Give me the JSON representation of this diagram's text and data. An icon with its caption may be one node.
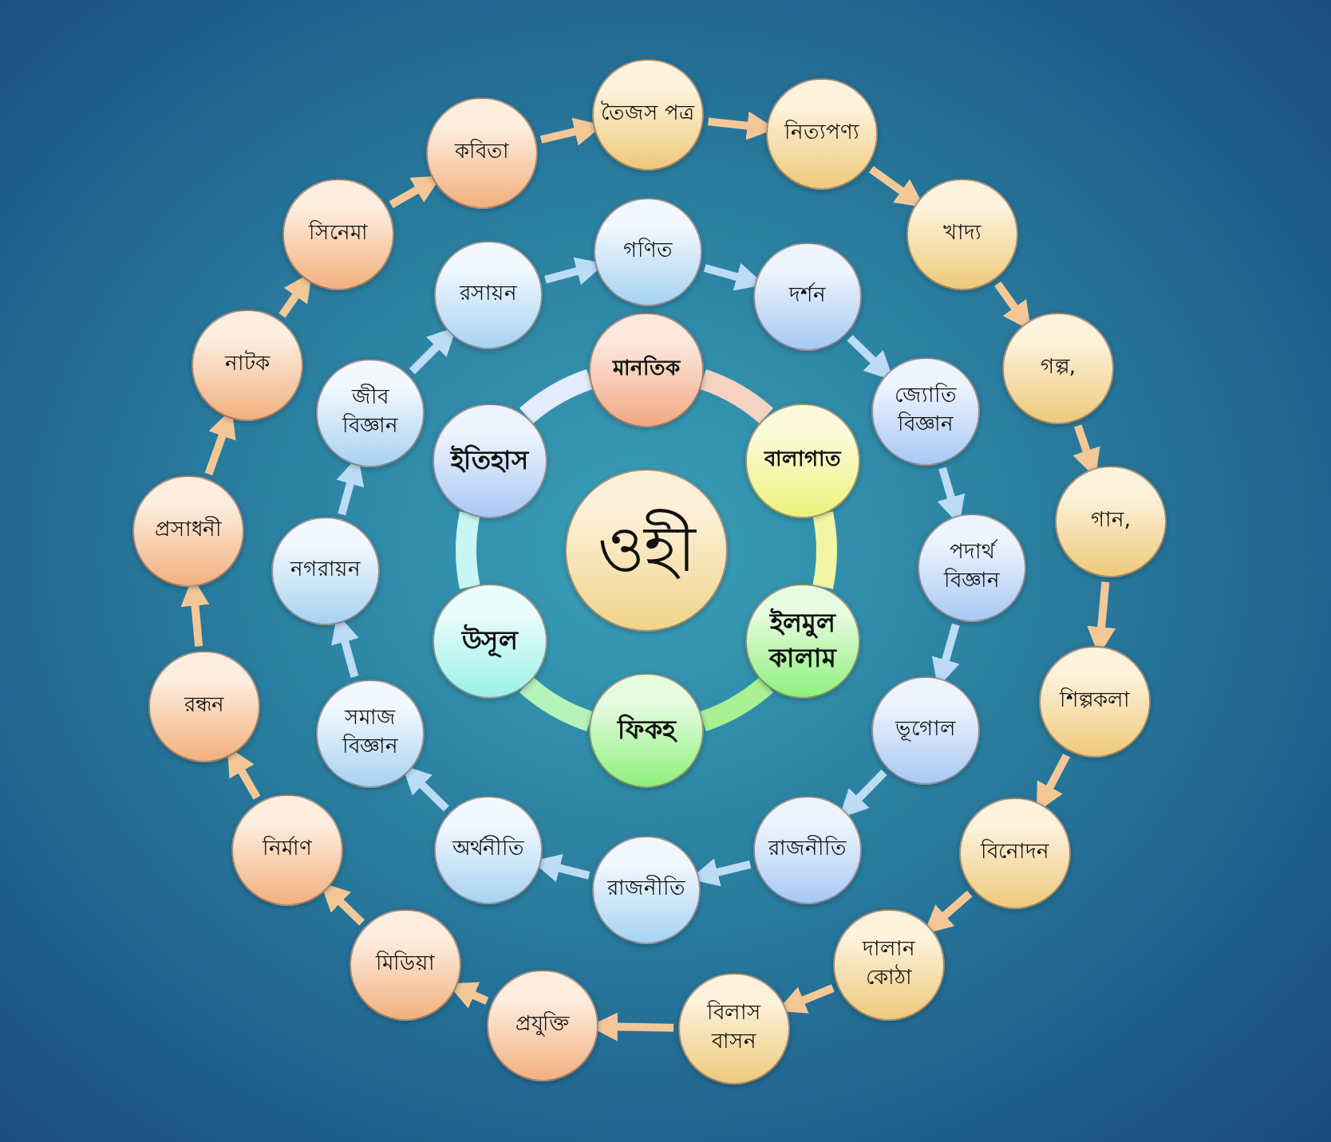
{
  "diagram": {
    "nodes": [
      {
        "text": [
          "ওহী"
        ]
      },
      {
        "text": [
          "মানতিক"
        ]
      },
      {
        "text": [
          "বালাগাত"
        ]
      },
      {
        "text": [
          "ইলমুল কালাম"
        ]
      },
      {
        "text": [
          "ফিকহ"
        ]
      },
      {
        "text": [
          "উসূল"
        ]
      },
      {
        "text": [
          "ইতিহাস"
        ]
      },
      {
        "text": [
          "গণিত"
        ]
      },
      {
        "text": [
          "দর্শন"
        ]
      },
      {
        "text": [
          "জ্যোতি বিজ্ঞান"
        ]
      },
      {
        "text": [
          "পদার্থ বিজ্ঞান"
        ]
      },
      {
        "text": [
          "ভূগোল"
        ]
      },
      {
        "text": [
          "রাজনীতি"
        ]
      },
      {
        "text": [
          "রাজনীতি"
        ]
      },
      {
        "text": [
          "অর্থনীতি"
        ]
      },
      {
        "text": [
          "সমাজ বিজ্ঞান"
        ]
      },
      {
        "text": [
          "নগরায়ন"
        ]
      },
      {
        "text": [
          "জীব বিজ্ঞান"
        ]
      },
      {
        "text": [
          "রসায়ন"
        ]
      },
      {
        "text": [
          "তৈজস পত্র"
        ]
      },
      {
        "text": [
          "নিত্যপণ্য"
        ]
      },
      {
        "text": [
          "খাদ্য"
        ]
      },
      {
        "text": [
          "গল্প,"
        ]
      },
      {
        "text": [
          "গান,"
        ]
      },
      {
        "text": [
          "শিল্পকলা"
        ]
      },
      {
        "text": [
          "বিনোদন"
        ]
      },
      {
        "text": [
          "দালান কোঠা"
        ]
      },
      {
        "text": [
          "বিলাস বাসন"
        ]
      },
      {
        "text": [
          "প্রযুক্তি"
        ]
      },
      {
        "text": [
          "মিডিয়া"
        ]
      },
      {
        "text": [
          "নির্মাণ"
        ]
      },
      {
        "text": [
          "রন্ধন"
        ]
      },
      {
        "text": [
          "প্রসাধনী"
        ]
      },
      {
        "text": [
          "নাটক"
        ]
      },
      {
        "text": [
          "সিনেমা"
        ]
      },
      {
        "text": [
          "কবিতা"
        ]
      }
    ],
    "edges": [
      {
        "from": 1,
        "to": 2,
        "arrow": "none",
        "style": "thick",
        "color": "#f6d2c2"
      },
      {
        "from": 2,
        "to": 3,
        "arrow": "none",
        "style": "thick",
        "color": "#f2f6a4"
      },
      {
        "from": 3,
        "to": 4,
        "arrow": "none",
        "style": "thick",
        "color": "#a8f092"
      },
      {
        "from": 4,
        "to": 5,
        "arrow": "none",
        "style": "thick",
        "color": "#b4f4b8"
      },
      {
        "from": 5,
        "to": 6,
        "arrow": "none",
        "style": "thick",
        "color": "#c8f6f4"
      },
      {
        "from": 6,
        "to": 1,
        "arrow": "none",
        "style": "thick",
        "color": "#e2ecfa"
      },
      {
        "from": 7,
        "to": 8,
        "arrow": "to",
        "color": "#bcdcf6"
      },
      {
        "from": 8,
        "to": 9,
        "arrow": "to",
        "color": "#bcdcf6"
      },
      {
        "from": 9,
        "to": 10,
        "arrow": "to",
        "color": "#bcdcf6"
      },
      {
        "from": 10,
        "to": 11,
        "arrow": "to",
        "color": "#bcdcf6"
      },
      {
        "from": 11,
        "to": 12,
        "arrow": "to",
        "color": "#bcdcf6"
      },
      {
        "from": 12,
        "to": 13,
        "arrow": "to",
        "color": "#bcdcf6"
      },
      {
        "from": 13,
        "to": 14,
        "arrow": "to",
        "color": "#bcdcf6"
      },
      {
        "from": 14,
        "to": 15,
        "arrow": "to",
        "color": "#bcdcf6"
      },
      {
        "from": 15,
        "to": 16,
        "arrow": "to",
        "color": "#bcdcf6"
      },
      {
        "from": 16,
        "to": 17,
        "arrow": "to",
        "color": "#bcdcf6"
      },
      {
        "from": 17,
        "to": 18,
        "arrow": "to",
        "color": "#bcdcf6"
      },
      {
        "from": 18,
        "to": 7,
        "arrow": "to",
        "color": "#bcdcf6"
      },
      {
        "from": 19,
        "to": 20,
        "arrow": "to"
      },
      {
        "from": 20,
        "to": 21,
        "arrow": "to"
      },
      {
        "from": 21,
        "to": 22,
        "arrow": "to"
      },
      {
        "from": 22,
        "to": 23,
        "arrow": "to"
      },
      {
        "from": 23,
        "to": 24,
        "arrow": "to"
      },
      {
        "from": 24,
        "to": 25,
        "arrow": "to"
      },
      {
        "from": 25,
        "to": 26,
        "arrow": "to"
      },
      {
        "from": 26,
        "to": 27,
        "arrow": "to"
      },
      {
        "from": 27,
        "to": 28,
        "arrow": "to"
      },
      {
        "from": 28,
        "to": 29,
        "arrow": "to"
      },
      {
        "from": 29,
        "to": 30,
        "arrow": "to"
      },
      {
        "from": 30,
        "to": 31,
        "arrow": "to"
      },
      {
        "from": 31,
        "to": 32,
        "arrow": "to"
      },
      {
        "from": 32,
        "to": 33,
        "arrow": "to"
      },
      {
        "from": 33,
        "to": 34,
        "arrow": "to"
      },
      {
        "from": 34,
        "to": 35,
        "arrow": "to"
      },
      {
        "from": 35,
        "to": 19,
        "arrow": "to"
      }
    ]
  }
}
